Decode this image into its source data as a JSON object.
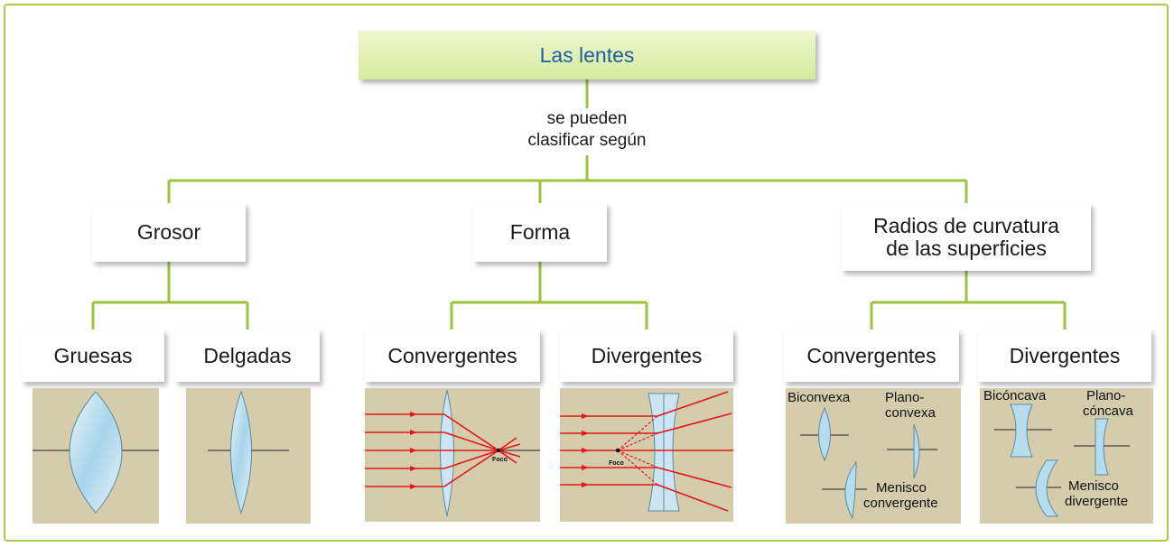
{
  "root": {
    "title": "Las lentes"
  },
  "connector": {
    "line1": "se pueden",
    "line2": "clasificar según"
  },
  "criteria": {
    "grosor": "Grosor",
    "forma": "Forma",
    "radios_line1": "Radios de curvatura",
    "radios_line2": "de las superficies"
  },
  "leaves": {
    "gruesas": "Gruesas",
    "delgadas": "Delgadas",
    "convergentes_forma": "Convergentes",
    "divergentes_forma": "Divergentes",
    "convergentes_radios": "Convergentes",
    "divergentes_radios": "Divergentes"
  },
  "panels": {
    "foco_label": "Foco",
    "biconvexa": "Biconvexa",
    "plano_convexa_1": "Plano-",
    "plano_convexa_2": "convexa",
    "menisco_convergente_1": "Menisco",
    "menisco_convergente_2": "convergente",
    "biconcava": "Bicóncava",
    "plano_concava_1": "Plano-",
    "plano_concava_2": "cóncava",
    "menisco_divergente_1": "Menisco",
    "menisco_divergente_2": "divergente"
  },
  "colors": {
    "frame": "#a9c94a",
    "connector_line": "#9dc23b",
    "title_text": "#1c5fa0",
    "panel_bg": "#d4ccaa",
    "ray": "#e3161b"
  }
}
